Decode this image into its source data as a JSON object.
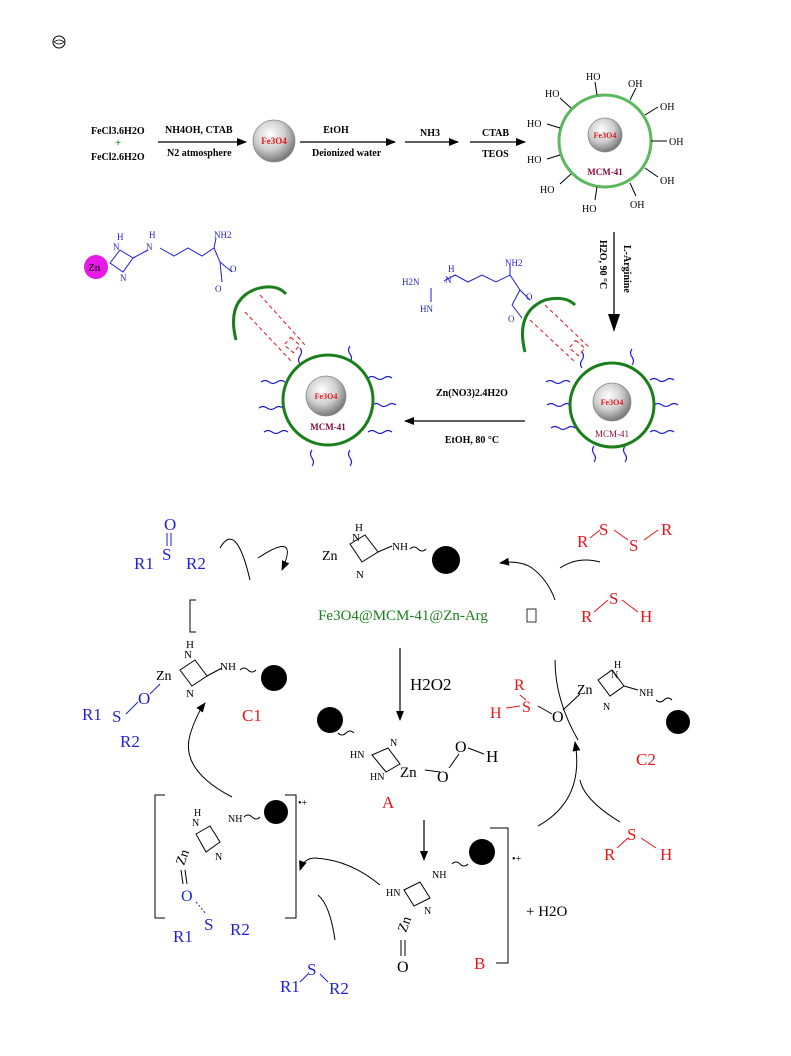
{
  "colors": {
    "blue": "#1f1fd6",
    "red": "#e8141a",
    "green": "#1a7f1a",
    "darkred": "#8b0a3a",
    "magenta": "#e619e6",
    "black": "#000000"
  },
  "synthesis": {
    "reactant_1": "FeCl3.6H2O",
    "plus": "+",
    "reactant_2": "FeCl2.6H2O",
    "step1_top": "NH4OH, CTAB",
    "step1_bottom": "N2 atmosphere",
    "fe3o4": "Fe3O4",
    "step2_top": "EtOH",
    "step2_bottom": "Deionized water",
    "step3": "NH3",
    "step4_top": "CTAB",
    "step4_bottom": "TEOS",
    "hydroxyl": "HO",
    "hydroxyl_r": "OH",
    "mcm41": "MCM-41",
    "step5_a": "L-Arginine",
    "step5_b": "H2O, 90 °C",
    "step6_top": "Zn(NO3)2.4H2O",
    "step6_bottom": "EtOH, 80 °C",
    "nh2": "NH2",
    "nh": "NH",
    "h2n": "H2N",
    "hn": "HN",
    "zn": "Zn",
    "h": "H",
    "n": "N"
  },
  "cycle": {
    "catalyst_name": "Fe3O4@MCM-41@Zn-Arg",
    "sulfoxide_o": "O",
    "r1": "R1",
    "r2": "R2",
    "s": "S",
    "h2o2": "H2O2",
    "intermediate_a": "A",
    "intermediate_b": "B",
    "intermediate_c1": "C1",
    "intermediate_c2": "C2",
    "plus_water": "+ H2O",
    "radical": "•+",
    "r": "R",
    "o": "O",
    "oh_h": "H",
    "nh_label": "NH",
    "hn_label": "HN"
  }
}
